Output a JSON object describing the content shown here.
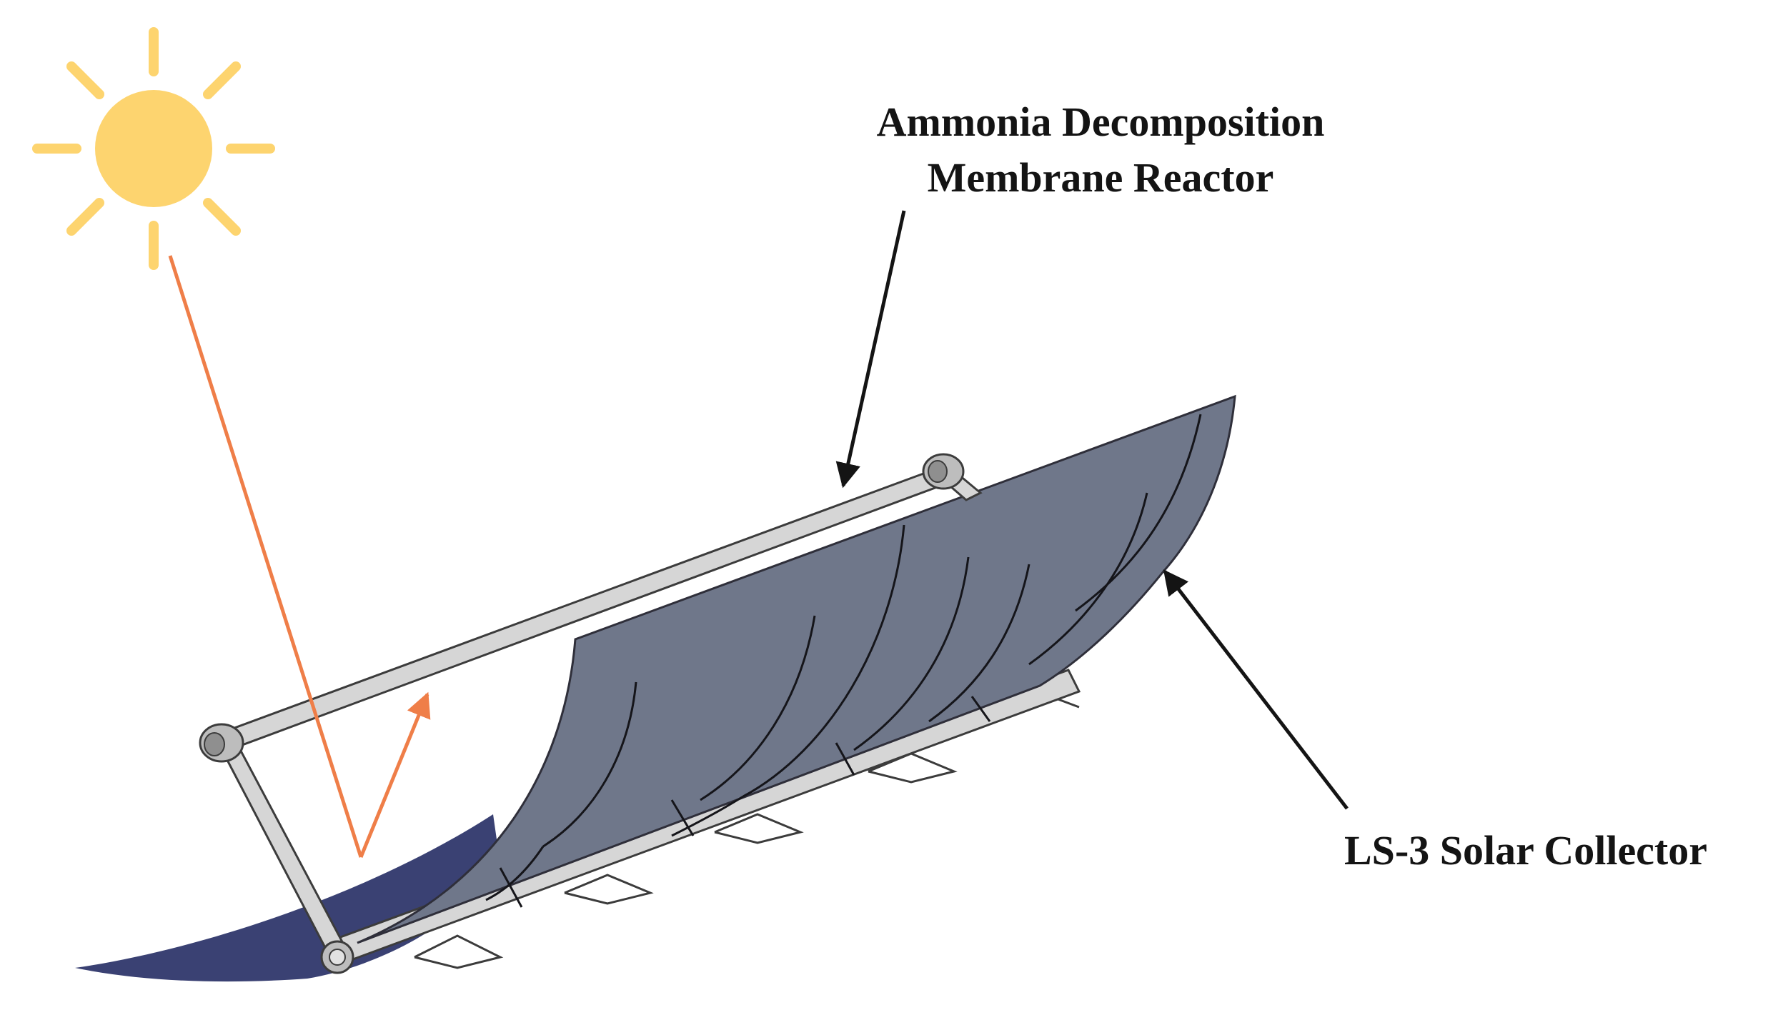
{
  "labels": {
    "reactor_line1": "Ammonia Decomposition",
    "reactor_line2": "Membrane Reactor",
    "collector": "LS-3 Solar Collector"
  },
  "icons": {
    "sun": "sun-icon"
  },
  "colors": {
    "sun": "#fdd46f",
    "sun_ray": "#fdd46f",
    "light_ray": "#ef7e48",
    "mirror_front": "#6f778a",
    "mirror_edge": "#2f2f3a",
    "mirror_back": "#3a4173",
    "frame": "#d6d6d6",
    "frame_stroke": "#3c3c3c",
    "arrow": "#141414",
    "text": "#141414"
  }
}
